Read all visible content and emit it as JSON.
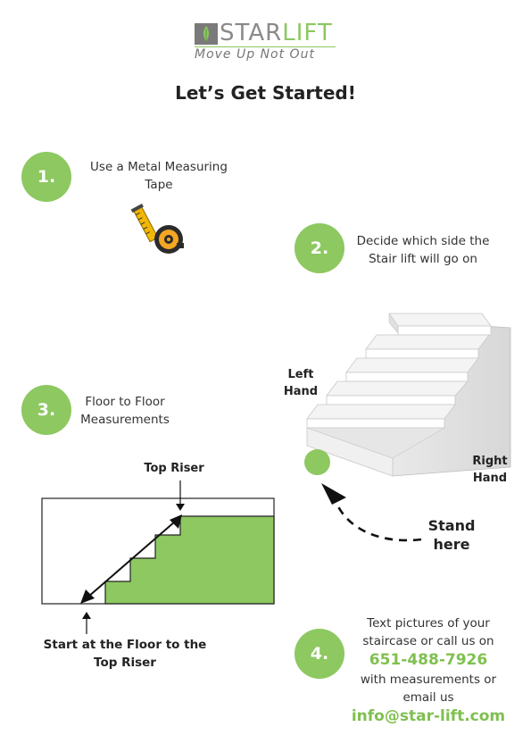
{
  "logo": {
    "brand_part1": "STAR",
    "brand_part2": "LIFT",
    "tagline": "Move Up Not Out"
  },
  "title": "Let’s Get Started!",
  "steps": [
    {
      "number": "1.",
      "lines": [
        "Use a Metal Measuring",
        "Tape"
      ]
    },
    {
      "number": "2.",
      "lines": [
        "Decide which side the",
        "Stair lift will go on"
      ]
    },
    {
      "number": "3.",
      "lines": [
        "Floor to Floor",
        "Measurements"
      ]
    },
    {
      "number": "4.",
      "lines": [
        "Text pictures of your",
        "staircase or call us on"
      ]
    }
  ],
  "stairs_labels": {
    "left_hand": [
      "Left",
      "Hand"
    ],
    "right_hand": [
      "Right",
      "Hand"
    ],
    "stand_here": [
      "Stand",
      "here"
    ]
  },
  "measure_diagram": {
    "top_riser": "Top Riser",
    "start_label": [
      "Start at the Floor to the",
      "Top Riser"
    ]
  },
  "contact": {
    "phone": "651-488-7926",
    "line3": "with measurements or",
    "line4": "email us",
    "email": "info@star-lift.com"
  },
  "colors": {
    "accent_green": "#8dc860",
    "logo_gray": "#7a7a7a"
  }
}
